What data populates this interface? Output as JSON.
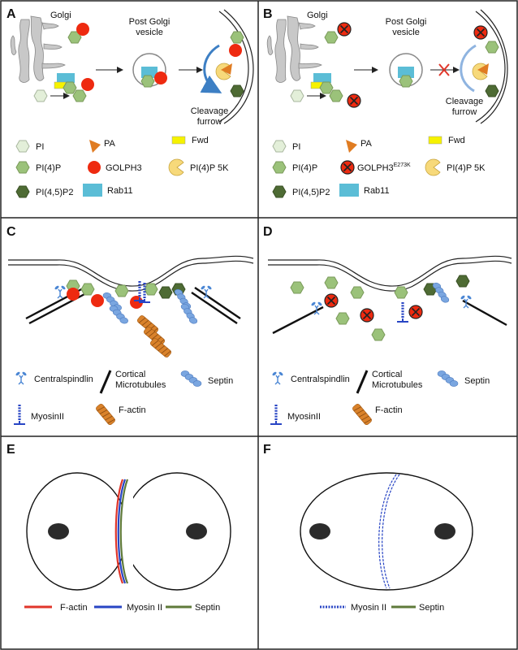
{
  "panels": {
    "A": {
      "letter": "A",
      "golgi": "Golgi",
      "vesicle_line1": "Post Golgi",
      "vesicle_line2": "vesicle",
      "furrow_line1": "Cleavage",
      "furrow_line2": "furrow",
      "legend": {
        "pi": "PI",
        "pa": "PA",
        "fwd": "Fwd",
        "pi4p": "PI(4)P",
        "golph3": "GOLPH3",
        "pi4p5k": "PI(4)P 5K",
        "pi45p2": "PI(4,5)P2",
        "rab11": "Rab11"
      }
    },
    "B": {
      "letter": "B",
      "golgi": "Golgi",
      "vesicle_line1": "Post Golgi",
      "vesicle_line2": "vesicle",
      "furrow_line1": "Cleavage",
      "furrow_line2": "furrow",
      "legend": {
        "pi": "PI",
        "pa": "PA",
        "fwd": "Fwd",
        "pi4p": "PI(4)P",
        "golph3": "GOLPH3",
        "golph3_sup": "E273K",
        "pi4p5k": "PI(4)P 5K",
        "pi45p2": "PI(4,5)P2",
        "rab11": "Rab11"
      }
    },
    "C": {
      "letter": "C",
      "legend": {
        "centralspindlin": "Centralspindlin",
        "cortical1": "Cortical",
        "cortical2": "Microtubules",
        "septin": "Septin",
        "myosin": "MyosinII",
        "factin": "F-actin"
      }
    },
    "D": {
      "letter": "D",
      "legend": {
        "centralspindlin": "Centralspindlin",
        "cortical1": "Cortical",
        "cortical2": "Microtubules",
        "septin": "Septin",
        "myosin": "MyosinII",
        "factin": "F-actin"
      }
    },
    "E": {
      "letter": "E",
      "legend": {
        "factin": "F-actin",
        "myosin": "Myosin II",
        "septin": "Septin"
      }
    },
    "F": {
      "letter": "F",
      "legend": {
        "myosin": "Myosin II",
        "septin": "Septin"
      }
    }
  },
  "colors": {
    "pi": "#e3efd9",
    "pi4p": "#9bc27a",
    "pi45p2": "#4e6b34",
    "golph3": "#ee2a10",
    "rab11": "#5bbdd6",
    "fwd": "#f6f200",
    "pa": "#e07c22",
    "pi4p5k": "#f7d97a",
    "septin": "#7aa6e0",
    "myosin": "#2845c4",
    "factin": "#d9822b",
    "factin_line": "#e0362a",
    "septin_line": "#5f7a3a",
    "golgi": "#c8c8c8"
  },
  "icons": [
    "golgi-icon",
    "vesicle-icon",
    "furrow-icon",
    "pi-hexagon-icon",
    "pi4p-hexagon-icon",
    "pi45p2-hexagon-icon",
    "golph3-icon",
    "golph3-mutant-icon",
    "rab11-icon",
    "fwd-icon",
    "pa-icon",
    "pi4p5k-icon",
    "centralspindlin-icon",
    "microtubule-icon",
    "septin-icon",
    "myosin-icon",
    "factin-icon",
    "cell-icon",
    "nucleus-icon"
  ]
}
